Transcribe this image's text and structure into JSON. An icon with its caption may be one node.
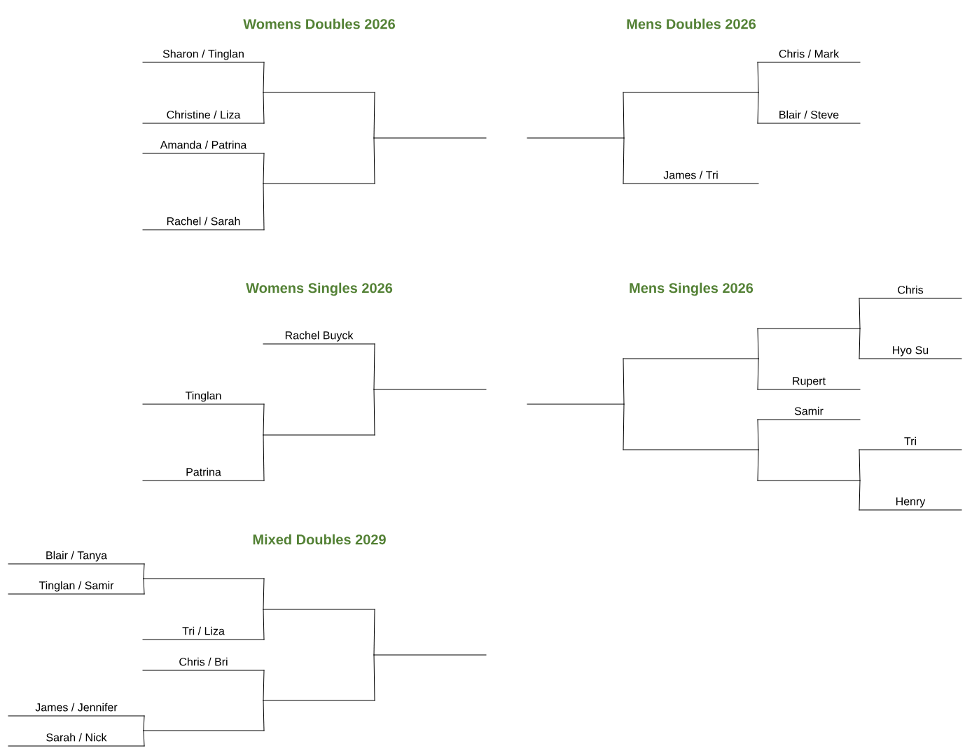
{
  "diagram": {
    "nodes": [
      {
        "text": [
          "Sharon / Tinglan"
        ]
      },
      {
        "text": [],
        "shape": "line"
      },
      {
        "text": [
          "Christine / Liza"
        ]
      },
      {
        "text": [],
        "shape": "line"
      },
      {
        "text": [
          "Amanda / Patrina"
        ]
      },
      {
        "text": [],
        "shape": "line"
      },
      {
        "text": [
          "Rachel / Sarah"
        ]
      },
      {
        "text": [
          "Chris / Mark"
        ]
      },
      {
        "text": [],
        "shape": "line"
      },
      {
        "text": [
          "Blair / Steve"
        ]
      },
      {
        "text": [],
        "shape": "line"
      },
      {
        "text": [
          "James / Tri"
        ]
      },
      {
        "text": [
          "Rachel Buyck"
        ]
      },
      {
        "text": [],
        "shape": "line"
      },
      {
        "text": [
          "Tinglan"
        ]
      },
      {
        "text": [],
        "shape": "line"
      },
      {
        "text": [
          "Patrina"
        ]
      },
      {
        "text": [
          "Chris"
        ]
      },
      {
        "text": [],
        "shape": "line"
      },
      {
        "text": [],
        "shape": "line"
      },
      {
        "text": [
          "Hyo Su"
        ]
      },
      {
        "text": [
          "Rupert"
        ]
      },
      {
        "text": [],
        "shape": "line"
      },
      {
        "text": [
          "Samir"
        ]
      },
      {
        "text": [],
        "shape": "line"
      },
      {
        "text": [
          "Tri"
        ]
      },
      {
        "text": [],
        "shape": "line"
      },
      {
        "text": [
          "Henry"
        ]
      },
      {
        "text": [
          "Blair / Tanya"
        ]
      },
      {
        "text": [],
        "shape": "line"
      },
      {
        "text": [
          "Tinglan / Samir"
        ]
      },
      {
        "text": [],
        "shape": "line"
      },
      {
        "text": [
          "Tri / Liza"
        ]
      },
      {
        "text": [],
        "shape": "line"
      },
      {
        "text": [
          "Chris / Bri"
        ]
      },
      {
        "text": [],
        "shape": "line"
      },
      {
        "text": [
          "James / Jennifer"
        ]
      },
      {
        "text": [],
        "shape": "line"
      },
      {
        "text": [
          "Sarah / Nick"
        ]
      }
    ],
    "edges": [
      {
        "from": 0,
        "to": 1,
        "arrow": "none"
      },
      {
        "from": 2,
        "to": 1,
        "arrow": "none"
      },
      {
        "from": 4,
        "to": 5,
        "arrow": "none"
      },
      {
        "from": 6,
        "to": 5,
        "arrow": "none"
      },
      {
        "from": 1,
        "to": 3,
        "arrow": "none"
      },
      {
        "from": 5,
        "to": 3,
        "arrow": "none"
      },
      {
        "from": 7,
        "to": 8,
        "arrow": "none"
      },
      {
        "from": 9,
        "to": 8,
        "arrow": "none"
      },
      {
        "from": 8,
        "to": 10,
        "arrow": "none"
      },
      {
        "from": 11,
        "to": 10,
        "arrow": "none"
      },
      {
        "from": 14,
        "to": 15,
        "arrow": "none"
      },
      {
        "from": 16,
        "to": 15,
        "arrow": "none"
      },
      {
        "from": 12,
        "to": 13,
        "arrow": "none"
      },
      {
        "from": 15,
        "to": 13,
        "arrow": "none"
      },
      {
        "from": 17,
        "to": 18,
        "arrow": "none"
      },
      {
        "from": 20,
        "to": 18,
        "arrow": "none"
      },
      {
        "from": 18,
        "to": 19,
        "arrow": "none"
      },
      {
        "from": 21,
        "to": 19,
        "arrow": "none"
      },
      {
        "from": 25,
        "to": 26,
        "arrow": "none"
      },
      {
        "from": 27,
        "to": 26,
        "arrow": "none"
      },
      {
        "from": 23,
        "to": 24,
        "arrow": "none"
      },
      {
        "from": 26,
        "to": 24,
        "arrow": "none"
      },
      {
        "from": 19,
        "to": 22,
        "arrow": "none"
      },
      {
        "from": 24,
        "to": 22,
        "arrow": "none"
      },
      {
        "from": 28,
        "to": 29,
        "arrow": "none"
      },
      {
        "from": 30,
        "to": 29,
        "arrow": "none"
      },
      {
        "from": 29,
        "to": 31,
        "arrow": "none"
      },
      {
        "from": 32,
        "to": 31,
        "arrow": "none"
      },
      {
        "from": 34,
        "to": 35,
        "arrow": "none"
      },
      {
        "from": 37,
        "to": 35,
        "arrow": "none"
      },
      {
        "from": 36,
        "to": 37,
        "arrow": "none"
      },
      {
        "from": 38,
        "to": 37,
        "arrow": "none"
      },
      {
        "from": 31,
        "to": 33,
        "arrow": "none"
      },
      {
        "from": 35,
        "to": 33,
        "arrow": "none"
      }
    ],
    "labels": [
      "Womens Doubles 2026",
      "Mens Doubles 2026",
      "Womens Singles 2026",
      "Mens Singles 2026",
      "Mixed Doubles 2029"
    ]
  }
}
